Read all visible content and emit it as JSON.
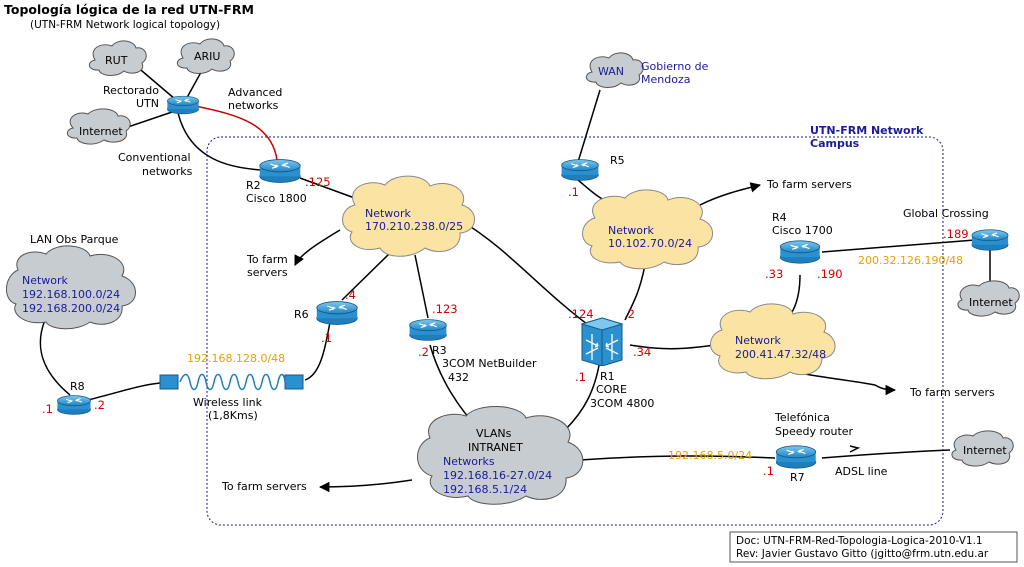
{
  "title": "Topología lógica de la red UTN-FRM",
  "subtitle": "(UTN-FRM Network logical topology)",
  "campus_label": [
    "UTN-FRM Network",
    "Campus"
  ],
  "footer": {
    "doc": "Doc: UTN-FRM-Red-Topologia-Logica-2010-V1.1",
    "rev": "Rev: Javier Gustavo Gitto (jgitto@frm.utn.edu.ar"
  },
  "clouds": {
    "rut": "RUT",
    "ariu": "ARIU",
    "internet_left": "Internet",
    "wan": "WAN",
    "net_170_line1": "Network",
    "net_170_line2": "170.210.238.0/25",
    "net_10_line1": "Network",
    "net_10_line2": "10.102.70.0/24",
    "net_200_line1": "Network",
    "net_200_line2": "200.41.47.32/48",
    "lan_line1": "Network",
    "lan_line2": "192.168.100.0/24",
    "lan_line3": "192.168.200.0/24",
    "vlan_line1": "VLANs",
    "vlan_line2": "INTRANET",
    "vlan_line3": "Networks",
    "vlan_line4": "192.168.16-27.0/24",
    "vlan_line5": "192.168.5.1/24",
    "internet_right": "Internet",
    "internet_far_right": "Internet"
  },
  "labels": {
    "rectorado_1": "Rectorado",
    "rectorado_2": "UTN",
    "advanced_1": "Advanced",
    "advanced_2": "networks",
    "conventional_1": "Conventional",
    "conventional_2": "networks",
    "gobierno_1": "Gobierno de",
    "gobierno_2": "Mendoza",
    "r5": "R5",
    "r2_1": "R2",
    "r2_2": "Cisco 1800",
    "r4_1": "R4",
    "r4_2": "Cisco 1700",
    "global_crossing": "Global Crossing",
    "lan_obs": "LAN Obs Parque",
    "farm_top": "To farm servers",
    "farm_left_1": "To farm",
    "farm_left_2": "servers",
    "farm_right": "To farm servers",
    "farm_bottom": "To farm servers",
    "r6": "R6",
    "r3": "R3",
    "r3_model_1": "3COM NetBuilder",
    "r3_model_2": "432",
    "r1": "R1",
    "r1_2": "CORE",
    "r1_3": "3COM 4800",
    "r8": "R8",
    "wireless_1": "Wireless link",
    "wireless_2": "(1,8Kms)",
    "telefonica_1": "Telefónica",
    "telefonica_2": "Speedy router",
    "r7": "R7",
    "adsl": "ADSL line"
  },
  "addresses": {
    "r2_125": ".125",
    "r5_1": ".1",
    "r4_33": ".33",
    "r4_190": ".190",
    "gc_189": ".189",
    "gc_net": "200.32.126.190/48",
    "r6_4": ".4",
    "r6_1": ".1",
    "r3_123": ".123",
    "r3_2": ".2",
    "r1_124": ".124",
    "r1_2": ".2",
    "r1_34": ".34",
    "r1_1": ".1",
    "wireless_net": "192.168.128.0/48",
    "r8_1": ".1",
    "r8_2": ".2",
    "r7_net": "192.168.5.0/24",
    "r7_1": ".1"
  },
  "colors": {
    "cloud_yellow": "#fbe3a3",
    "cloud_gray": "#c7ccd1",
    "router_blue": "#3aa3d9",
    "link_red": "#cc0000",
    "address_red": "#d40000",
    "address_orange": "#e8a000",
    "network_blue": "#1a1a9a",
    "campus_border": "#1a1a9a"
  }
}
